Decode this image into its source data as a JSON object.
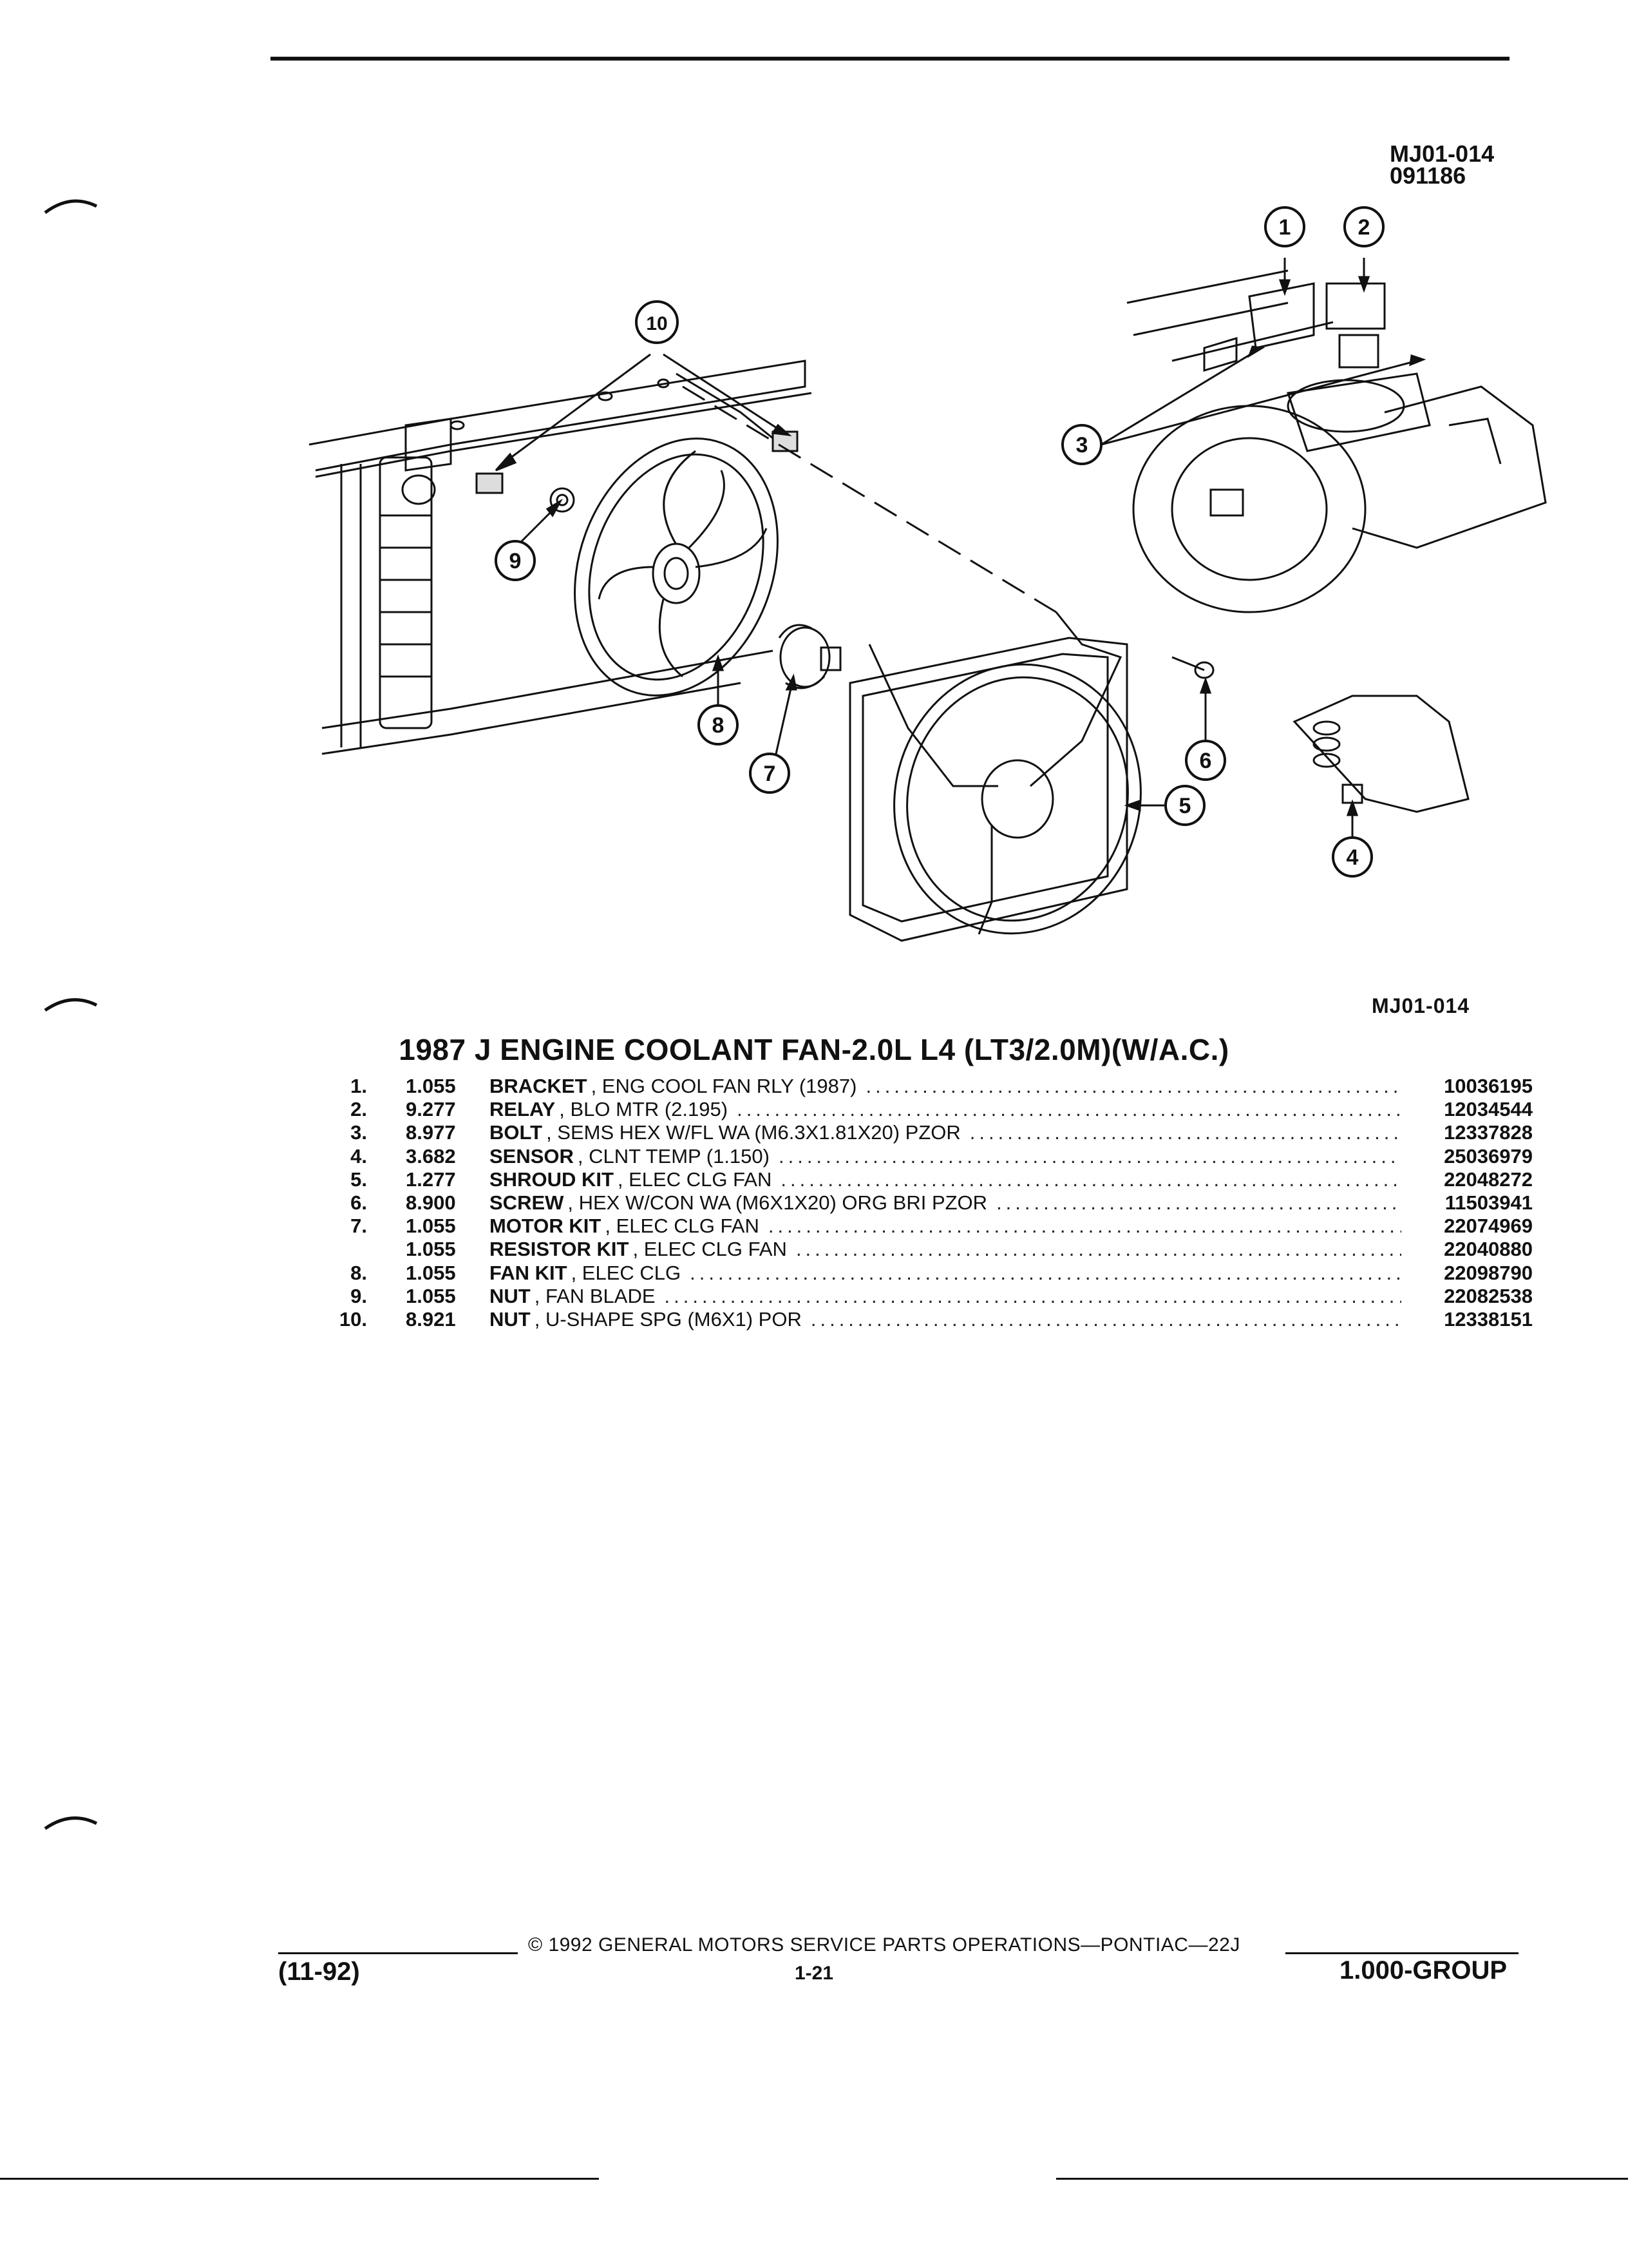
{
  "figure": {
    "code_top": "MJ01-014",
    "date_code": "091186",
    "code_bottom": "MJ01-014",
    "callouts": [
      "1",
      "2",
      "3",
      "4",
      "5",
      "6",
      "7",
      "8",
      "9",
      "10"
    ]
  },
  "section_title": "1987 J ENGINE COOLANT FAN-2.0L L4 (LT3/2.0M)(W/A.C.)",
  "parts": [
    {
      "num": "1.",
      "qty": "1.055",
      "name": "BRACKET",
      "desc": ", ENG COOL FAN RLY (1987)",
      "part_no": "10036195"
    },
    {
      "num": "2.",
      "qty": "9.277",
      "name": "RELAY",
      "desc": ", BLO MTR (2.195)",
      "part_no": "12034544"
    },
    {
      "num": "3.",
      "qty": "8.977",
      "name": "BOLT",
      "desc": ", SEMS HEX W/FL WA (M6.3X1.81X20) PZOR",
      "part_no": "12337828"
    },
    {
      "num": "4.",
      "qty": "3.682",
      "name": "SENSOR",
      "desc": ", CLNT TEMP (1.150)",
      "part_no": "25036979"
    },
    {
      "num": "5.",
      "qty": "1.277",
      "name": "SHROUD KIT",
      "desc": ", ELEC CLG FAN",
      "part_no": "22048272"
    },
    {
      "num": "6.",
      "qty": "8.900",
      "name": "SCREW",
      "desc": ", HEX W/CON WA (M6X1X20) ORG BRI PZOR",
      "part_no": "11503941"
    },
    {
      "num": "7.",
      "qty": "1.055",
      "name": "MOTOR KIT",
      "desc": ", ELEC CLG FAN",
      "part_no": "22074969"
    },
    {
      "num": "",
      "qty": "1.055",
      "name": "RESISTOR KIT",
      "desc": ", ELEC CLG FAN",
      "part_no": "22040880"
    },
    {
      "num": "8.",
      "qty": "1.055",
      "name": "FAN KIT",
      "desc": ", ELEC CLG",
      "part_no": "22098790"
    },
    {
      "num": "9.",
      "qty": "1.055",
      "name": "NUT",
      "desc": ", FAN BLADE",
      "part_no": "22082538"
    },
    {
      "num": "10.",
      "qty": "8.921",
      "name": "NUT",
      "desc": ", U-SHAPE SPG (M6X1) POR",
      "part_no": "12338151"
    }
  ],
  "footer": {
    "copyright": "© 1992 GENERAL MOTORS SERVICE PARTS OPERATIONS—PONTIAC—22J",
    "revision": "(11-92)",
    "page": "1-21",
    "group": "1.000-GROUP"
  }
}
